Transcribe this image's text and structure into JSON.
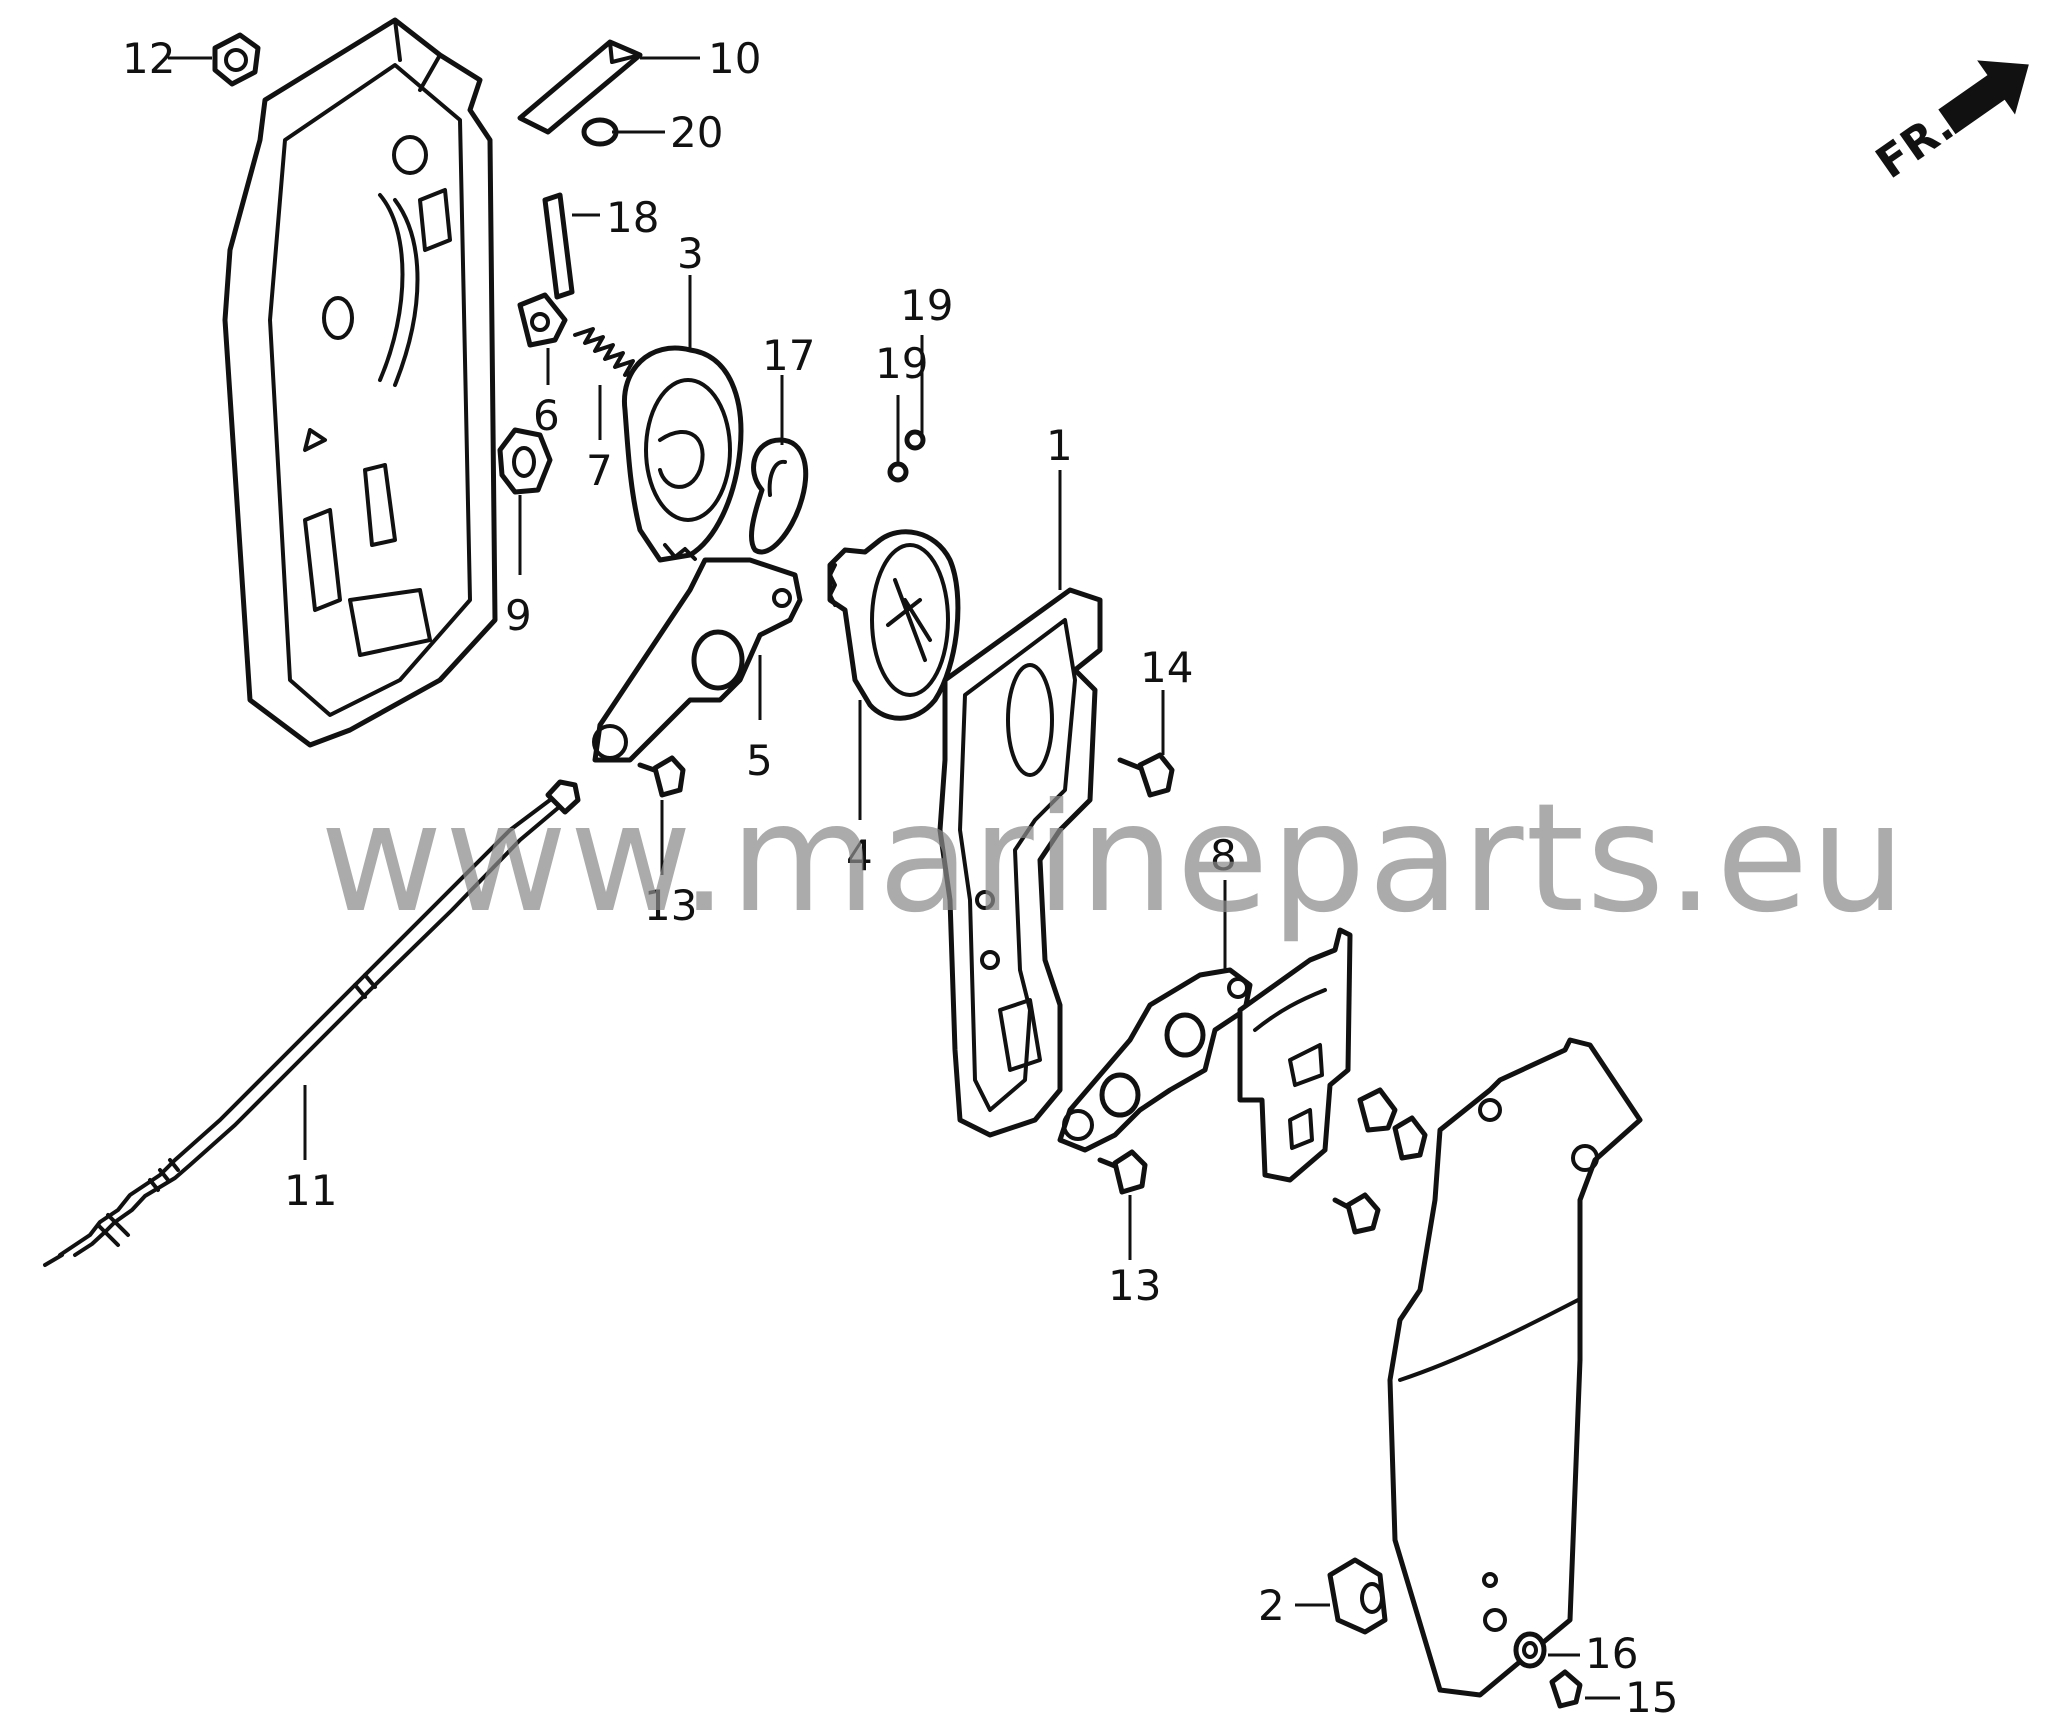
{
  "watermark": "www.marineparts.eu",
  "direction": {
    "label": "FR."
  },
  "callouts": [
    {
      "id": "1",
      "label": "1"
    },
    {
      "id": "2",
      "label": "2"
    },
    {
      "id": "3",
      "label": "3"
    },
    {
      "id": "4",
      "label": "4"
    },
    {
      "id": "5",
      "label": "5"
    },
    {
      "id": "6",
      "label": "6"
    },
    {
      "id": "7",
      "label": "7"
    },
    {
      "id": "8",
      "label": "8"
    },
    {
      "id": "9",
      "label": "9"
    },
    {
      "id": "10",
      "label": "10"
    },
    {
      "id": "11",
      "label": "11"
    },
    {
      "id": "12",
      "label": "12"
    },
    {
      "id": "13a",
      "label": "13"
    },
    {
      "id": "13b",
      "label": "13"
    },
    {
      "id": "14",
      "label": "14"
    },
    {
      "id": "15",
      "label": "15"
    },
    {
      "id": "16",
      "label": "16"
    },
    {
      "id": "17",
      "label": "17"
    },
    {
      "id": "18",
      "label": "18"
    },
    {
      "id": "19a",
      "label": "19"
    },
    {
      "id": "19b",
      "label": "19"
    },
    {
      "id": "20",
      "label": "20"
    }
  ]
}
